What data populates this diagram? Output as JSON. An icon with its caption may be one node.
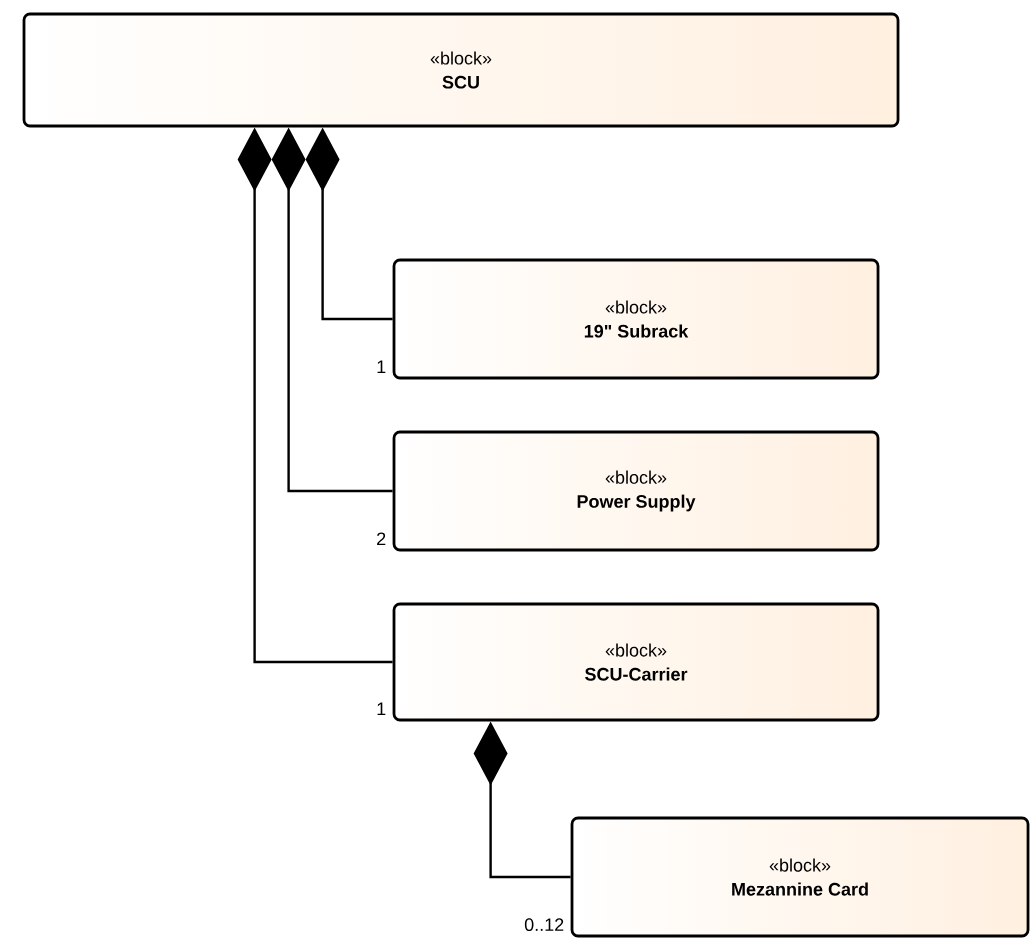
{
  "diagram": {
    "nodes": [
      {
        "text": [
          "«block»",
          "SCU"
        ]
      },
      {
        "text": [
          "«block»",
          "19\" Subrack"
        ]
      },
      {
        "text": [
          "«block»",
          "Power Supply"
        ]
      },
      {
        "text": [
          "«block»",
          "SCU-Carrier"
        ]
      },
      {
        "text": [
          "«block»",
          "Mezannine Card"
        ]
      }
    ],
    "edges": [
      {
        "from": 0,
        "to": 1,
        "arrow": "other",
        "label": "1"
      },
      {
        "from": 0,
        "to": 2,
        "arrow": "other",
        "label": "2"
      },
      {
        "from": 0,
        "to": 3,
        "arrow": "other",
        "label": "1"
      },
      {
        "from": 3,
        "to": 4,
        "arrow": "other",
        "label": "0..12"
      }
    ]
  }
}
